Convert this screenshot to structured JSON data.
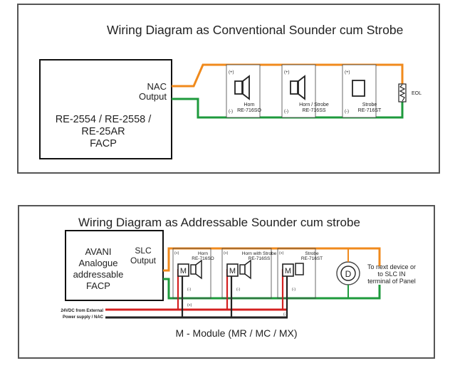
{
  "diagram1": {
    "title": "Wiring Diagram as Conventional Sounder cum Strobe",
    "nac_label_1": "NAC",
    "nac_label_2": "Output",
    "facp_line_1": "RE-2554 / RE-2558 /",
    "facp_line_2": "RE-25AR",
    "facp_line_3": "FACP",
    "devices": [
      {
        "plus": "(+)",
        "minus": "(-)",
        "name": "Horn",
        "model": "RE-716SO"
      },
      {
        "plus": "(+)",
        "minus": "(-)",
        "name": "Horn / Strobe",
        "model": "RE-716SS"
      },
      {
        "plus": "(+)",
        "minus": "(-)",
        "name": "Strobe",
        "model": "RE-716ST"
      }
    ],
    "eol": "EOL",
    "colors": {
      "positive_wire": "#f08a1c",
      "negative_wire": "#1e9a3c"
    }
  },
  "diagram2": {
    "title": "Wiring Diagram as Addressable Sounder cum strobe",
    "facp_line_1": "AVANI",
    "facp_line_2": "Analogue",
    "facp_line_3": "addressable",
    "facp_line_4": "FACP",
    "slc_1": "SLC",
    "slc_2": "Output",
    "devices": [
      {
        "name": "Horn",
        "model": "RE-716SO"
      },
      {
        "name": "Horn with Strobe",
        "model": "RE-716SS"
      },
      {
        "name": "Strobe",
        "model": "RE-716ST"
      }
    ],
    "module_letter": "M",
    "plus": "(+)",
    "minus": "(-)",
    "detector_letter": "D",
    "next_1": "To next device or",
    "next_2": "to SLC IN",
    "next_3": "terminal of Panel",
    "power_1": "24VDC from External",
    "power_2": "Power supply / NAC",
    "legend": "M - Module (MR / MC / MX)",
    "colors": {
      "slc_wire": "#f08a1c",
      "slc_return": "#1e9a3c",
      "power_pos": "#d42020",
      "power_neg": "#222222"
    }
  }
}
